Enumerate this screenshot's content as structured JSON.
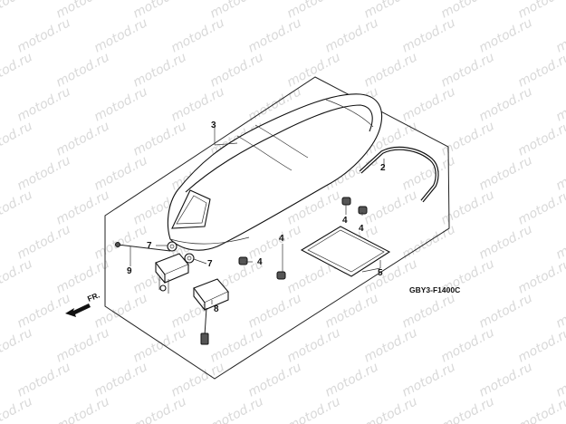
{
  "watermark": "motod.ru",
  "diagram_code": "GBY3-F1400C",
  "direction_label": "FR.",
  "callouts": {
    "seat": "3",
    "grab_rail": "2",
    "rubber_a": "4",
    "rubber_b": "4",
    "rubber_c": "4",
    "rubber_d": "4",
    "tray": "5",
    "nut_a": "7",
    "nut_b": "7",
    "bolt": "9",
    "lock_bracket": "8"
  }
}
